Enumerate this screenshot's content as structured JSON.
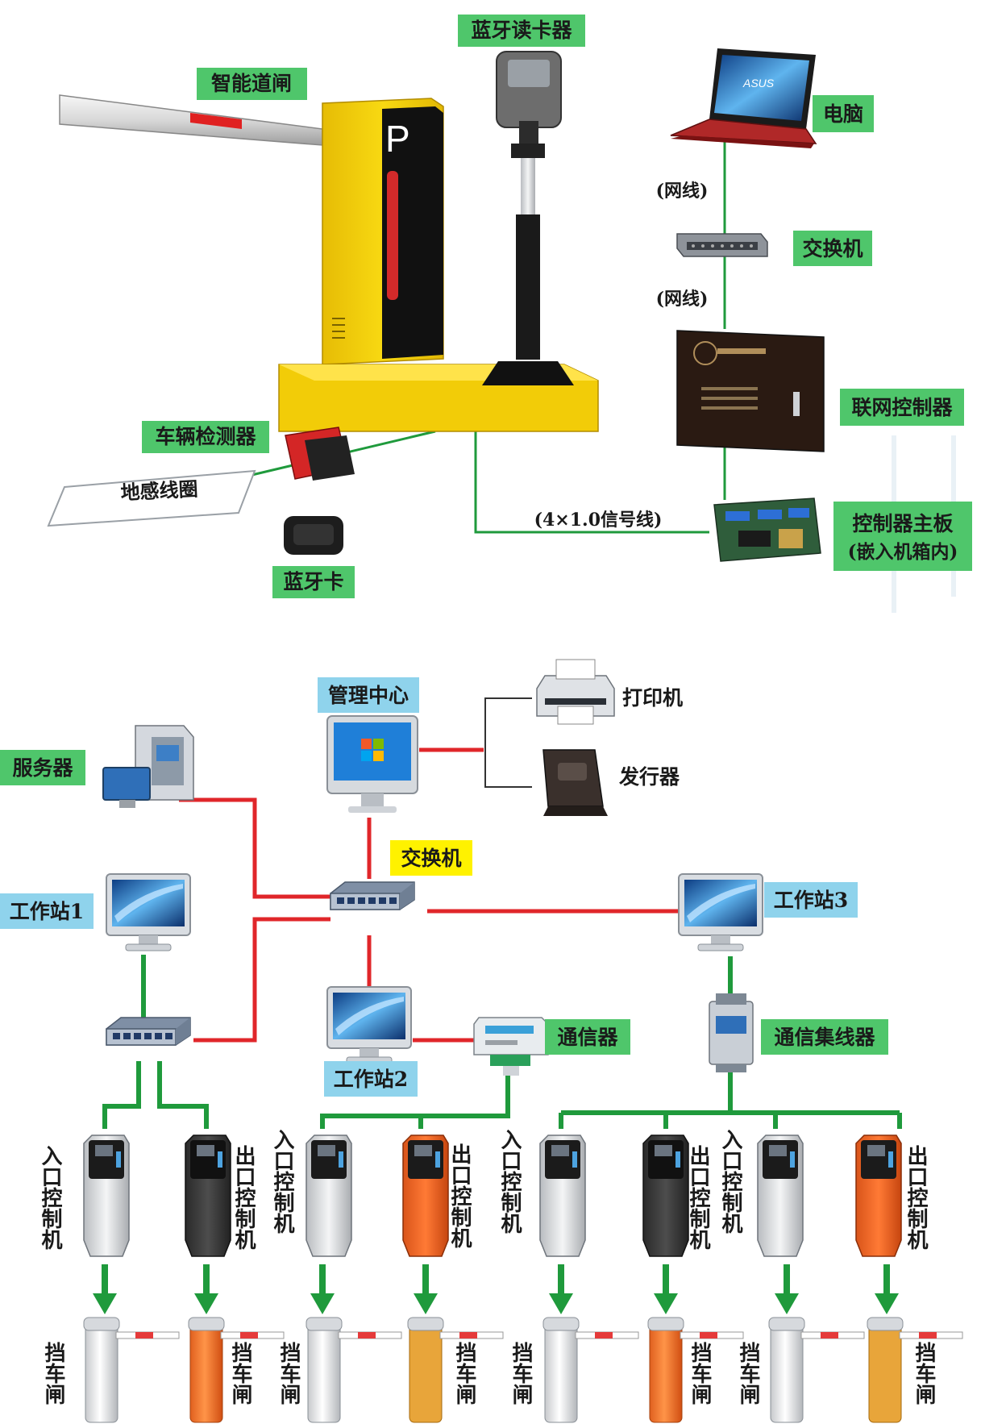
{
  "colors": {
    "green_label_bg": "#4fc66b",
    "blue_label_bg": "#8fd3ec",
    "yellow_label_bg": "#fff200",
    "green_line": "#1f9a3c",
    "red_line": "#e0262a",
    "gate_yellow": "#f5d20b",
    "controller_orange": "#e85a1c"
  },
  "top": {
    "barrier_gate": "智能道闸",
    "card_reader": "蓝牙读卡器",
    "computer": "电脑",
    "net_cable_1": "(网线)",
    "switch": "交换机",
    "net_cable_2": "(网线)",
    "network_controller": "联网控制器",
    "vehicle_detector": "车辆检测器",
    "ground_loop": "地感线圈",
    "signal_cable": "(4×1.0信号线)",
    "mainboard_line1": "控制器主板",
    "mainboard_line2": "(嵌入机箱内)",
    "bluetooth_card": "蓝牙卡"
  },
  "bottom": {
    "management_center": "管理中心",
    "printer": "打印机",
    "issuer": "发行器",
    "server": "服务器",
    "switch": "交换机",
    "workstation1": "工作站1",
    "workstation2": "工作站2",
    "workstation3": "工作站3",
    "communicator": "通信器",
    "comm_hub": "通信集线器",
    "entry_controller": "入口控制机",
    "exit_controller": "出口控制机",
    "barrier": "挡车闸"
  }
}
